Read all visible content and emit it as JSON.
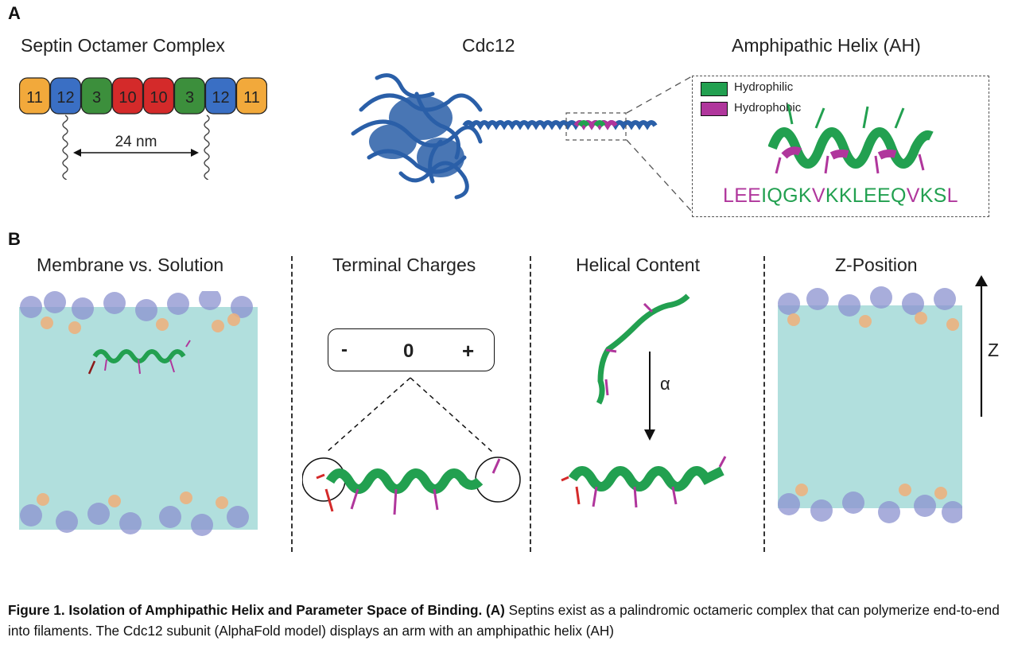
{
  "panel_a": {
    "letter": "A",
    "septin_title": "Septin Octamer Complex",
    "subunits": [
      {
        "label": "11",
        "color": "#f2a93b"
      },
      {
        "label": "12",
        "color": "#3a6fc4"
      },
      {
        "label": "3",
        "color": "#3c8f3c"
      },
      {
        "label": "10",
        "color": "#d42a2a"
      },
      {
        "label": "10",
        "color": "#d42a2a"
      },
      {
        "label": "3",
        "color": "#3c8f3c"
      },
      {
        "label": "12",
        "color": "#3a6fc4"
      },
      {
        "label": "11",
        "color": "#f2a93b"
      }
    ],
    "distance_label": "24 nm",
    "cdc12_title": "Cdc12",
    "ah_title": "Amphipathic Helix (AH)",
    "legend": [
      {
        "label": "Hydrophilic",
        "color": "#22a050"
      },
      {
        "label": "Hydrophobic",
        "color": "#b0369c"
      }
    ],
    "sequence": [
      {
        "t": "LEE",
        "c": "#b0369c"
      },
      {
        "t": "IQGK",
        "c": "#22a050"
      },
      {
        "t": "V",
        "c": "#b0369c"
      },
      {
        "t": "KKLEEQ",
        "c": "#22a050"
      },
      {
        "t": "V",
        "c": "#b0369c"
      },
      {
        "t": "KS",
        "c": "#22a050"
      },
      {
        "t": "L",
        "c": "#b0369c"
      }
    ]
  },
  "panel_b": {
    "letter": "B",
    "titles": [
      "Membrane vs. Solution",
      "Terminal Charges",
      "Helical Content",
      "Z-Position"
    ],
    "charge_box": {
      "minus": "-",
      "zero": "0",
      "plus": "+"
    },
    "alpha_symbol": "α",
    "z_label": "Z"
  },
  "caption": {
    "bold": "Figure 1. Isolation of Amphipathic Helix and Parameter Space of Binding. (A)",
    "text": " Septins exist as a palindromic octameric complex that can polymerize end-to-end into filaments. The Cdc12 subunit (AlphaFold model) displays an arm with an amphipathic helix (AH)"
  },
  "colors": {
    "membrane": "#a8dcd9",
    "lipid_head_blue": "#8c92d0",
    "lipid_head_orange": "#f0b07a",
    "protein_blue": "#2a5fa8"
  }
}
